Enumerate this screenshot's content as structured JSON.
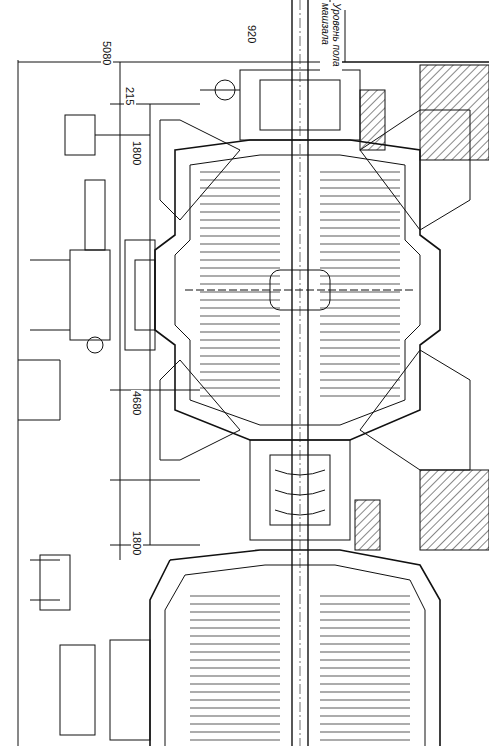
{
  "diagram": {
    "labels": [
      "5080",
      "215",
      "920",
      "1800",
      "4680",
      "1800",
      "Уровень пола машзала"
    ]
  }
}
